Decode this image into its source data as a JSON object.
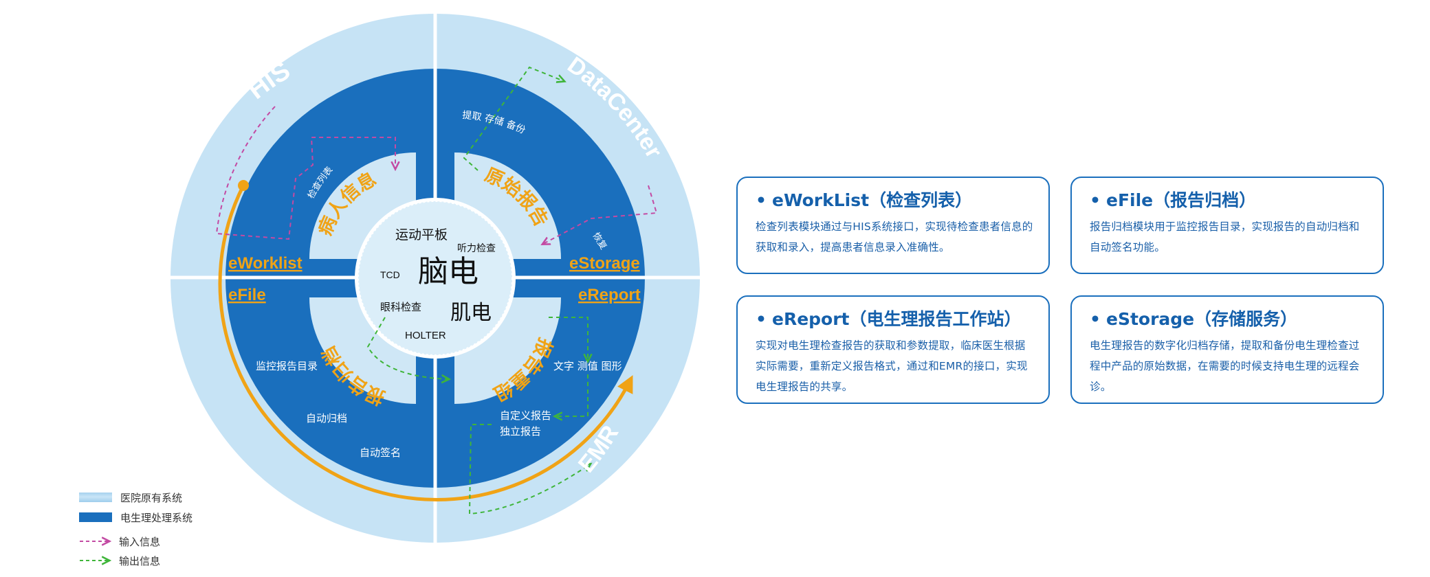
{
  "outer_ring": {
    "his": "HIS",
    "datacenter": "DataCenter",
    "emr": "EMR"
  },
  "quadrants": {
    "eworklist": "eWorklist",
    "estorage": "eStorage",
    "efile": "eFile",
    "ereport": "eReport"
  },
  "modules": {
    "patient_info": "病人信息",
    "raw_report": "原始报告",
    "report_archive": "报告归档",
    "report_reorg": "报告重组"
  },
  "center": {
    "main_1": "脑电",
    "main_2": "肌电",
    "items": [
      "运动平板",
      "听力检查",
      "TCD",
      "眼科检查",
      "HOLTER"
    ]
  },
  "labels": {
    "worklist_query": "检查列表",
    "datacenter_ops": "提取 存储 备份",
    "restore": "恢复",
    "monitor_list": "监控报告目录",
    "auto_archive": "自动归档",
    "auto_sign": "自动签名",
    "report_content": "文字 测值 图形",
    "custom_report": "自定义报告",
    "standalone_report": "独立报告"
  },
  "legend": [
    {
      "type": "light-band",
      "label": "医院原有系统"
    },
    {
      "type": "dark-band",
      "label": "电生理处理系统"
    },
    {
      "type": "input-arrow",
      "label": "输入信息"
    },
    {
      "type": "output-arrow",
      "label": "输出信息"
    }
  ],
  "colors": {
    "light_blue": "#c6e3f5",
    "dark_blue": "#1a6fbd",
    "pale_blue": "#cfe7f6",
    "orange": "#f0a316",
    "input_magenta": "#c34aa3",
    "output_green": "#3fb53a",
    "card_blue": "#1560ab"
  },
  "cards": [
    {
      "title": "eWorkList（检查列表）",
      "body": "检查列表模块通过与HIS系统接口，实现待检查患者信息的获取和录入，提高患者信息录入准确性。"
    },
    {
      "title": "eFile（报告归档）",
      "body": "报告归档模块用于监控报告目录，实现报告的自动归档和自动签名功能。"
    },
    {
      "title": "eReport（电生理报告工作站）",
      "body": "实现对电生理检查报告的获取和参数提取，临床医生根据实际需要，重新定义报告格式，通过和EMR的接口，实现电生理报告的共享。"
    },
    {
      "title": "eStorage（存储服务）",
      "body": "电生理报告的数字化归档存储，提取和备份电生理检查过程中产品的原始数据，在需要的时候支持电生理的远程会诊。"
    }
  ]
}
